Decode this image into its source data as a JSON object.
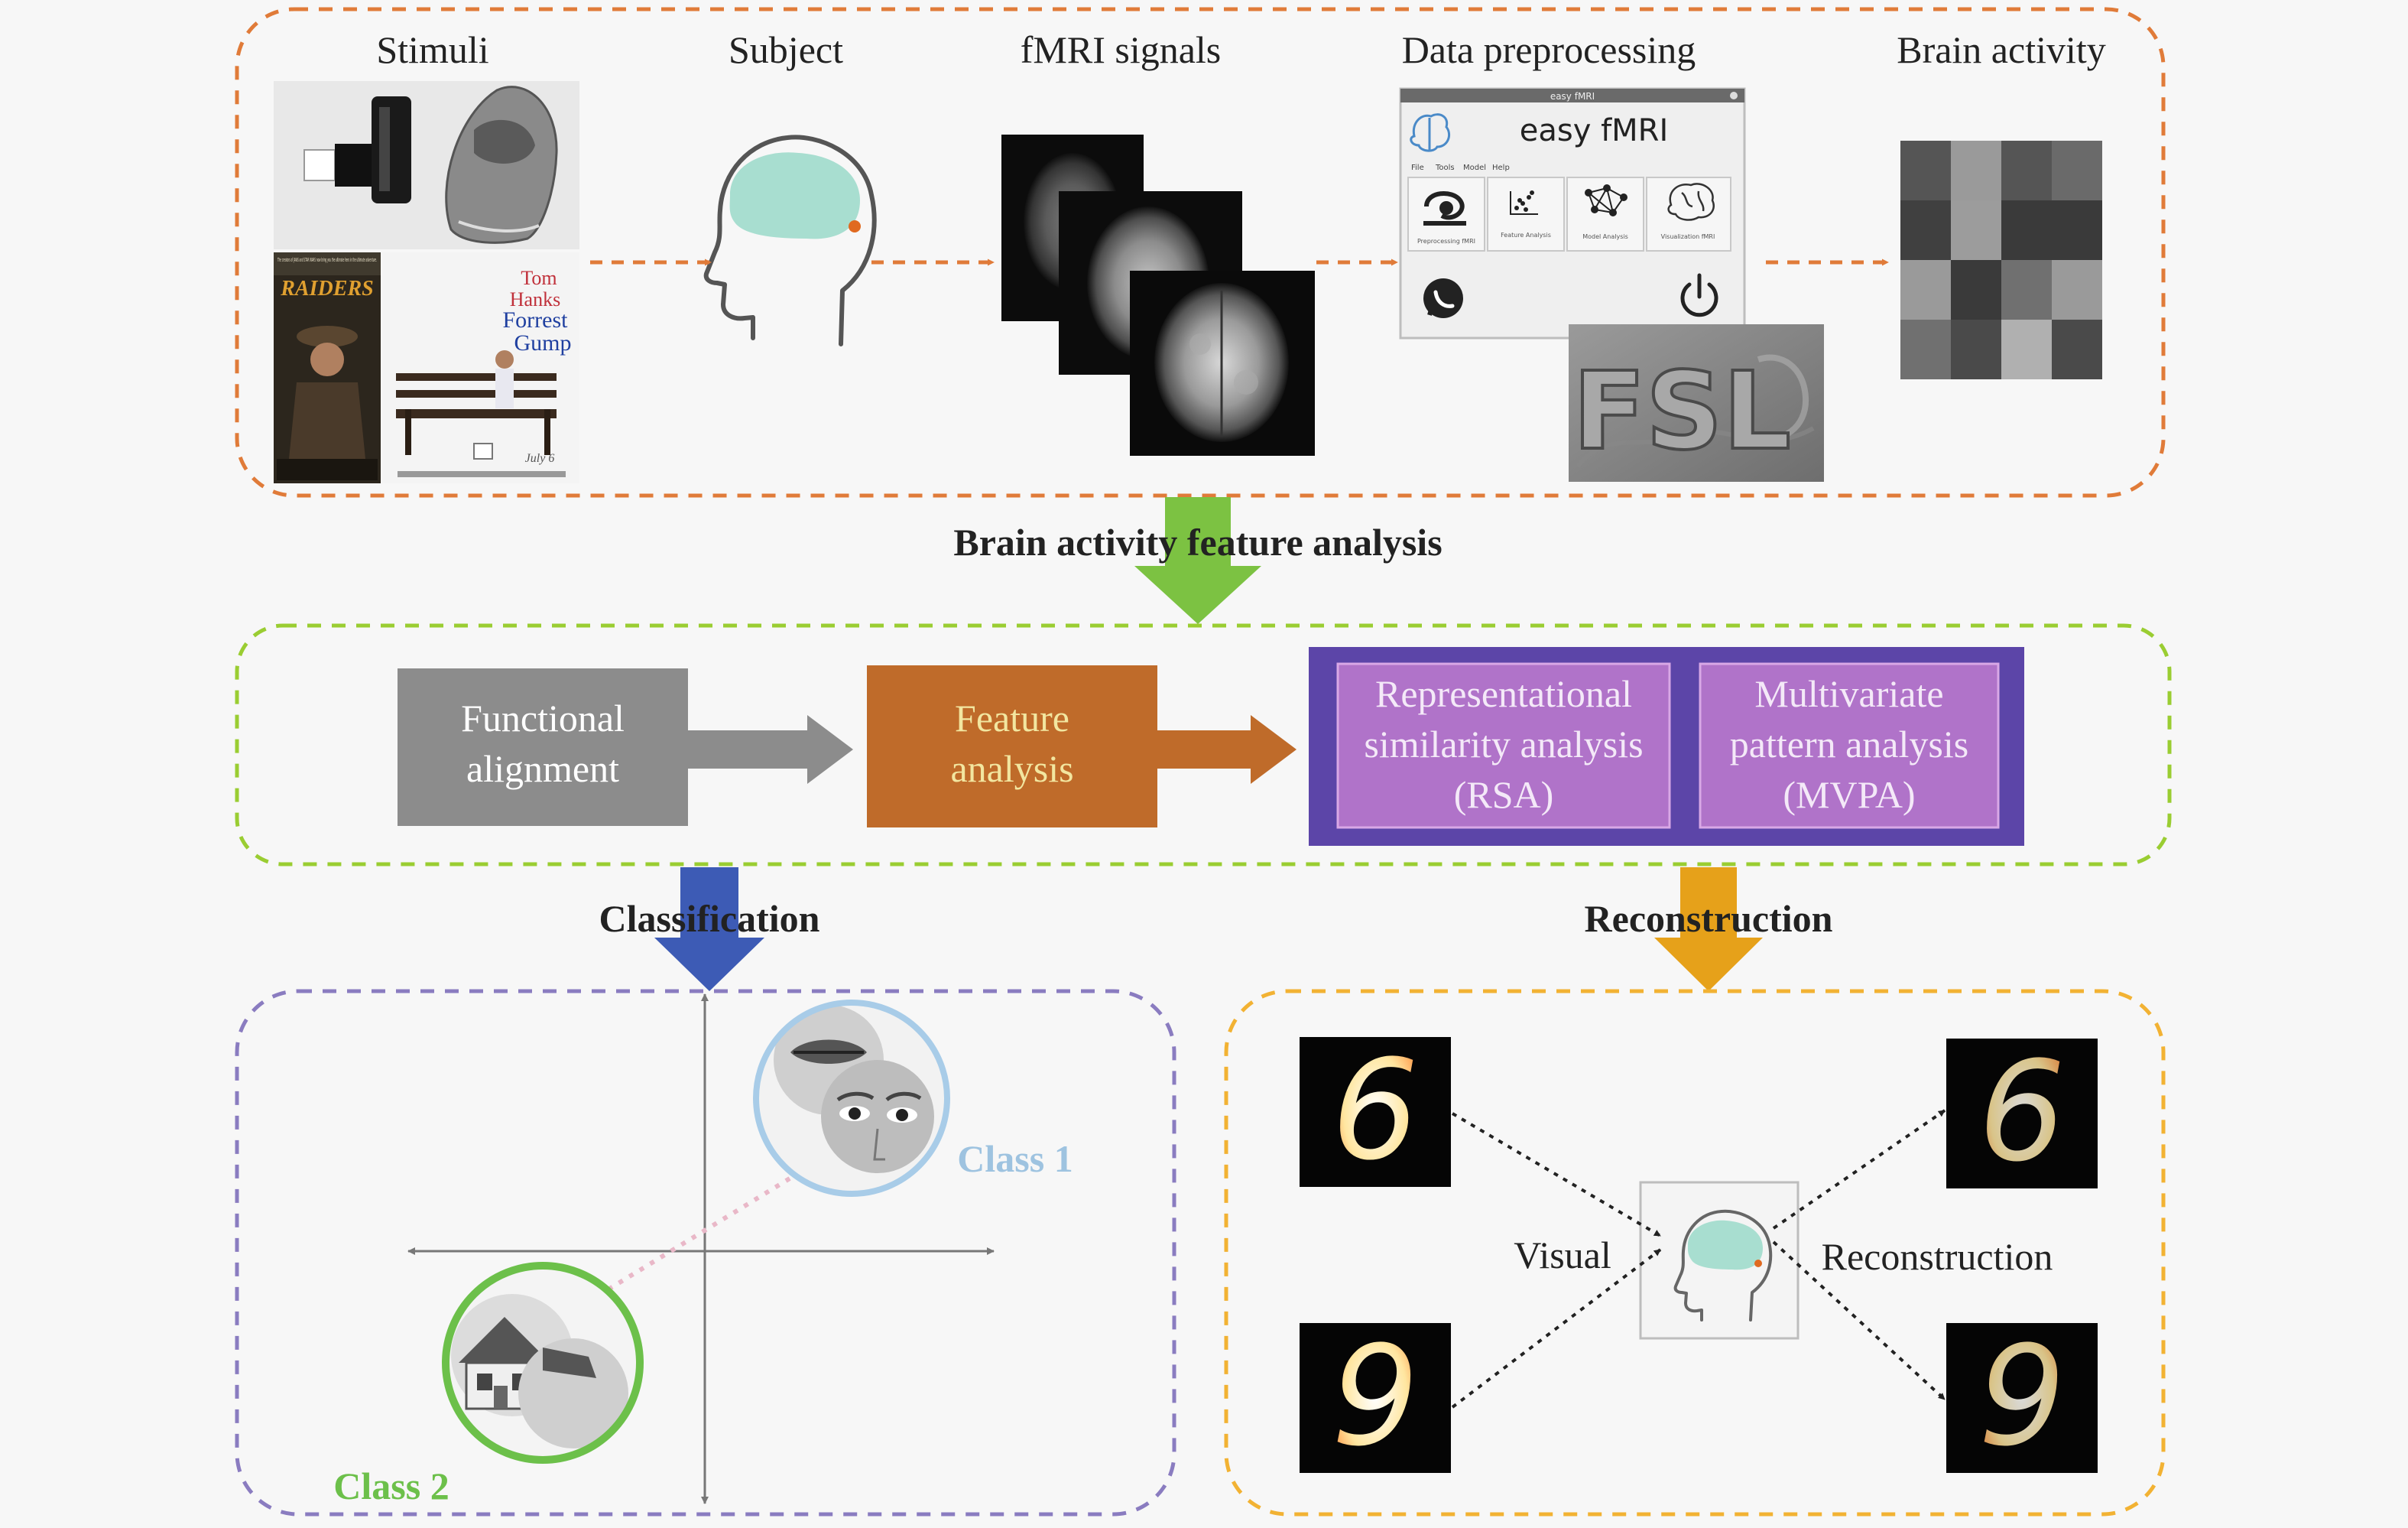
{
  "top_panel": {
    "stage_labels": {
      "stimuli": "Stimuli",
      "subject": "Subject",
      "fmri": "fMRI signals",
      "preprocessing": "Data preprocessing",
      "brain_activity": "Brain activity"
    },
    "poster_raiders": {
      "tagline": "The creators of JAWS and STAR WARS now bring you the ultimate hero in the ultimate adventure.",
      "title": "RAIDERS"
    },
    "poster_forrest": {
      "line1": "Tom",
      "line2": "Hanks",
      "line3": "Forrest",
      "line4": "Gump",
      "date": "July 6"
    },
    "easy_fmri_app": {
      "window_title": "easy fMRI",
      "app_title": "easy fMRI",
      "menu": [
        "File",
        "Tools",
        "Model",
        "Help"
      ],
      "tools": [
        "Preprocessing fMRI",
        "Feature Analysis",
        "Model Analysis",
        "Visualization fMRI"
      ]
    },
    "fsl_logo": "FSL"
  },
  "feature_heading": "Brain activity feature analysis",
  "middle_panel": {
    "functional_alignment": [
      "Functional",
      "alignment"
    ],
    "feature_analysis": [
      "Feature",
      "analysis"
    ],
    "rsa": [
      "Representational",
      "similarity analysis",
      "(RSA)"
    ],
    "mvpa": [
      "Multivariate",
      "pattern analysis",
      "(MVPA)"
    ]
  },
  "classification_heading": "Classification",
  "reconstruction_heading": "Reconstruction",
  "classification_panel": {
    "class1": "Class 1",
    "class2": "Class 2"
  },
  "reconstruction_panel": {
    "visual_label": "Visual",
    "reconstruction_label": "Reconstruction",
    "digits": [
      "6",
      "9",
      "6",
      "9"
    ]
  },
  "colors": {
    "orange_dash": "#e07b39",
    "green_dash": "#9acd32",
    "purple_dash": "#8a7cc0",
    "yellow_dash": "#f2b233",
    "gray_box": "#8c8c8c",
    "orange_box": "#bf6b2a",
    "purple_outer": "#5c45a8",
    "purple_inner": "#b073c9",
    "green_arrow": "#7cc242",
    "blue_arrow": "#3d5bb5",
    "amber_arrow": "#e6a11a",
    "brain": "#a8ded0",
    "class1_text": "#9ec3e0",
    "class2_text": "#6cc04a"
  },
  "icons": [
    "brain-icon",
    "wave-logo-icon",
    "scatter-tool-icon",
    "network-tool-icon",
    "brain-tool-icon",
    "whatsapp-icon",
    "power-icon"
  ]
}
